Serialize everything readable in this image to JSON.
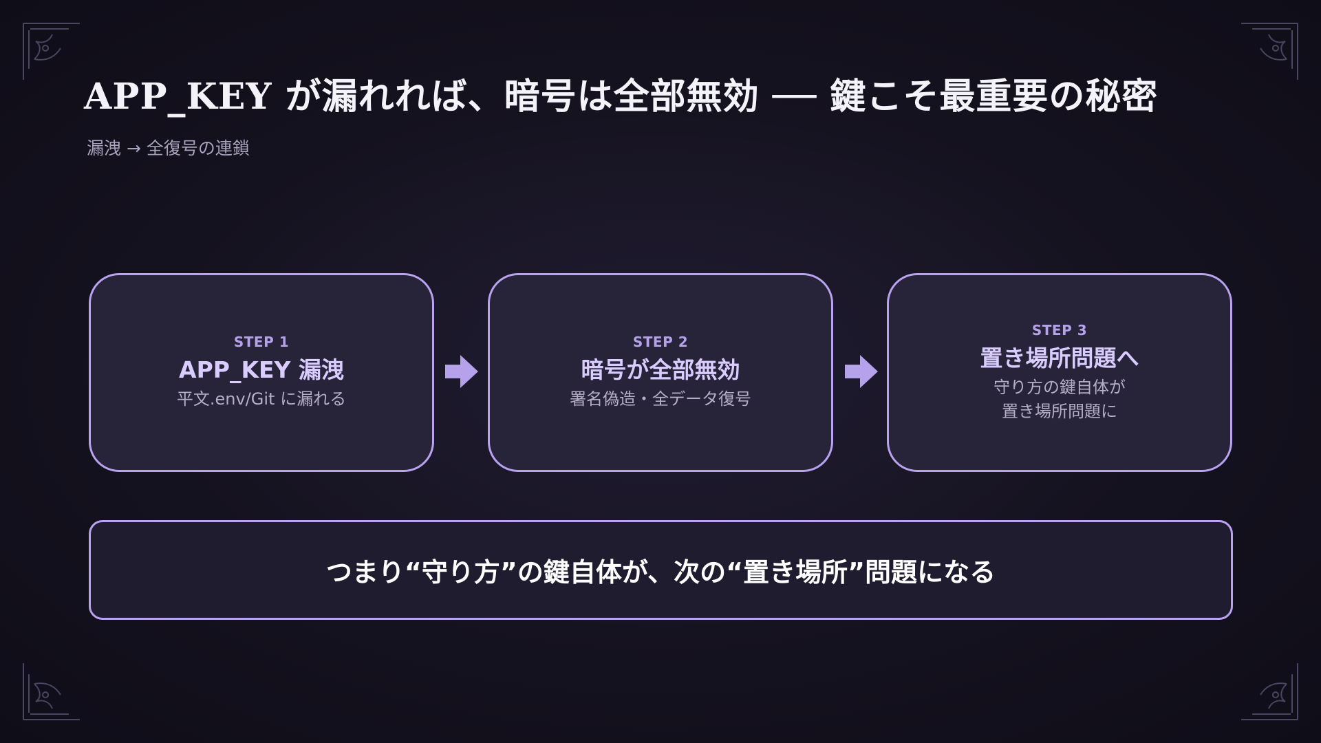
{
  "slide": {
    "title": "APP_KEY が漏れれば、暗号は全部無効 ── 鍵こそ最重要の秘密",
    "subtitle": "漏洩 → 全復号の連鎖"
  },
  "steps": [
    {
      "label": "STEP 1",
      "heading": "APP_KEY 漏洩",
      "description": "平文.env/Git に漏れる"
    },
    {
      "label": "STEP 2",
      "heading": "暗号が全部無効",
      "description": "署名偽造・全データ復号"
    },
    {
      "label": "STEP 3",
      "heading": "置き場所問題へ",
      "description": "守り方の鍵自体が\n置き場所問題に"
    }
  ],
  "conclusion": {
    "text": "つまり“守り方”の鍵自体が、次の“置き場所”問題になる"
  },
  "icons": {
    "flow_arrow": "right-arrow-icon",
    "corner_ornament": "corner-ornament-icon"
  },
  "colors": {
    "background": "#15121f",
    "accent": "#b9a3ef",
    "card_fill": "#272339",
    "step_label": "#b6a2ea",
    "step_heading": "#d9ccff",
    "muted_text": "#b4aec6"
  }
}
